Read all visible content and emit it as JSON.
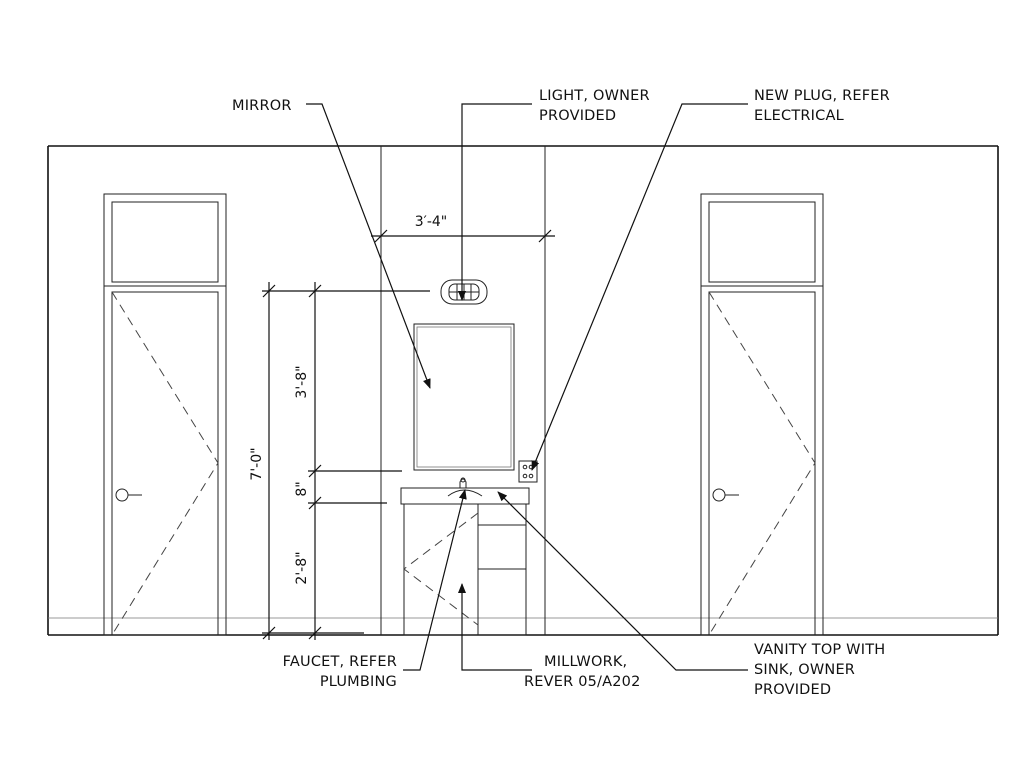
{
  "callouts": {
    "mirror": "MIRROR",
    "light_line1": "LIGHT, OWNER",
    "light_line2": "PROVIDED",
    "plug_line1": "NEW PLUG, REFER",
    "plug_line2": "ELECTRICAL",
    "faucet_line1": "FAUCET, REFER",
    "faucet_line2": "PLUMBING",
    "millwork_line1": "MILLWORK,",
    "millwork_line2": "REVER 05/A202",
    "vanity_line1": "VANITY TOP WITH",
    "vanity_line2": "SINK, OWNER",
    "vanity_line3": "PROVIDED"
  },
  "dimensions": {
    "mirror_width": "3′-4\"",
    "total_height": "7'-0\"",
    "upper_height": "3'-8\"",
    "gap_height": "8\"",
    "vanity_height": "2'-8\""
  },
  "colors": {
    "line": "#111111",
    "background": "#ffffff"
  }
}
